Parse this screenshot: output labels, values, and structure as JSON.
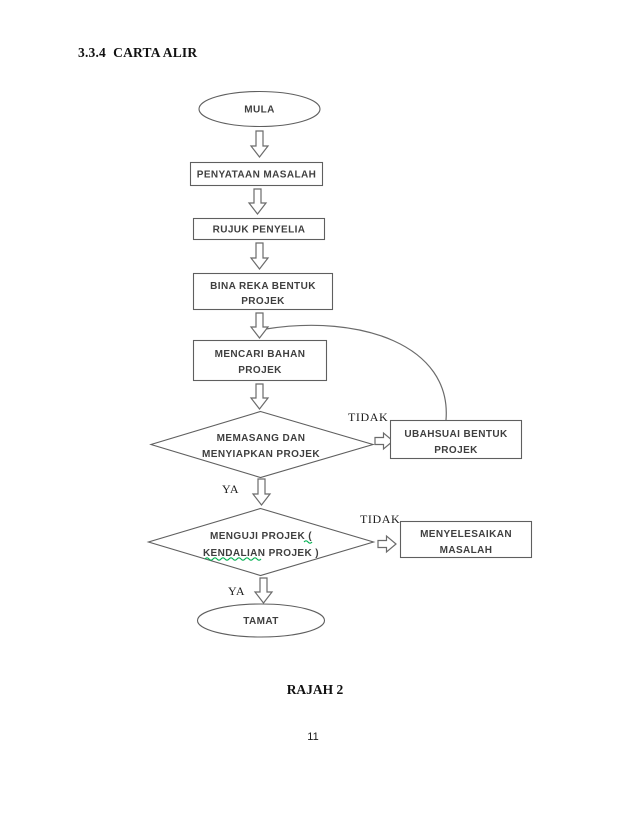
{
  "page": {
    "heading": "3.3.4  CARTA ALIR",
    "caption": "RAJAH 2",
    "page_number": "11"
  },
  "flowchart": {
    "start_label": "MULA",
    "step_problem_statement": "PENYATAAN MASALAH",
    "step_refer_supervisor": "RUJUK PENYELIA",
    "step_design_line1": "BINA REKA BENTUK",
    "step_design_line2": "PROJEK",
    "step_find_materials_line1": "MENCARI BAHAN",
    "step_find_materials_line2": "PROJEK",
    "decision_assemble_line1": "MEMASANG DAN",
    "decision_assemble_line2": "MENYIAPKAN PROJEK",
    "decision_assemble_no": "TIDAK",
    "decision_assemble_yes": "YA",
    "step_modify_line1": "UBAHSUAI BENTUK",
    "step_modify_line2": "PROJEK",
    "decision_test_line1": "MENGUJI PROJEK (",
    "decision_test_line2": "KENDALIAN PROJEK )",
    "decision_test_no": "TIDAK",
    "decision_test_yes": "YA",
    "step_solve_line1": "MENYELESAIKAN",
    "step_solve_line2": "MASALAH",
    "end_label": "TAMAT"
  },
  "colors": {
    "shape_border": "#5f5f5f",
    "shape_text": "#3f3f3f",
    "label_text": "#1c1c1c",
    "grammar_underline": "#00b050",
    "background": "#ffffff"
  }
}
